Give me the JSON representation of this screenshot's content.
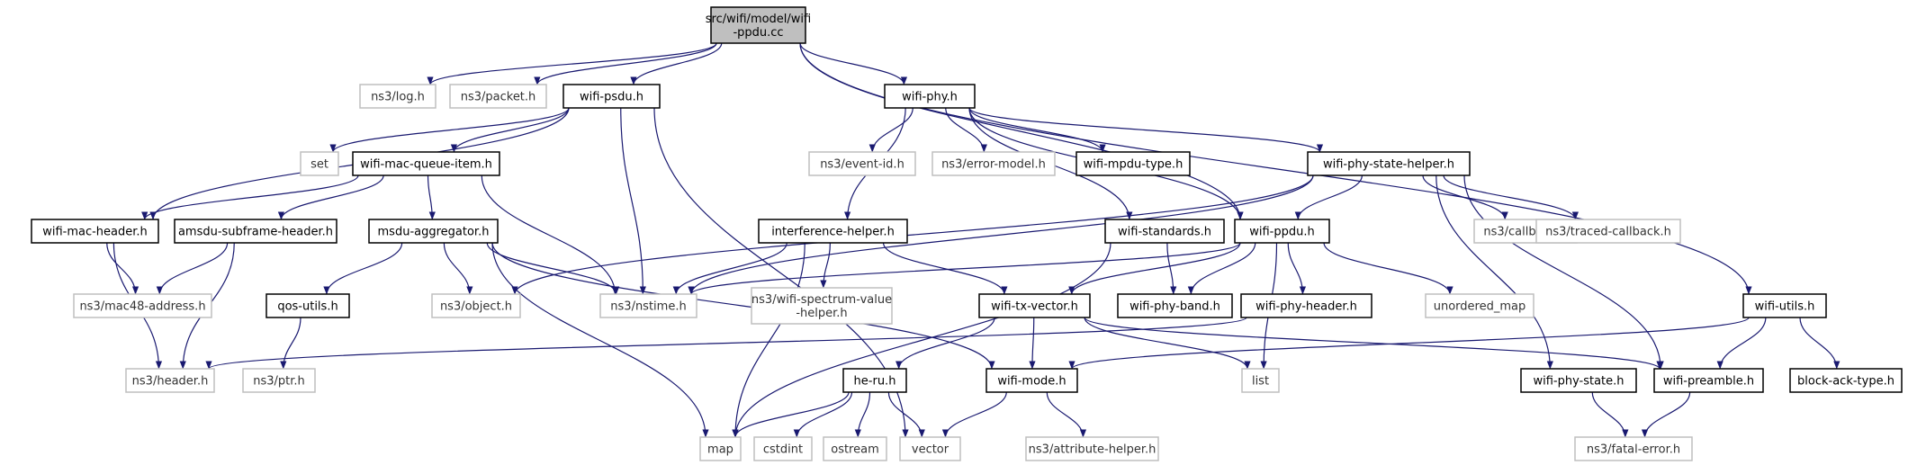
{
  "colors": {
    "edge": "#191970",
    "root_fill": "#bfbfbf",
    "root_border": "#000000",
    "doc_border": "#000000",
    "ext_border": "#bfbfbf",
    "fill": "#ffffff"
  },
  "nodes": [
    {
      "id": "root",
      "lines": [
        "src/wifi/model/wifi",
        "-ppdu.cc"
      ],
      "kind": "root"
    },
    {
      "id": "log",
      "lines": [
        "ns3/log.h"
      ],
      "kind": "ext"
    },
    {
      "id": "packet",
      "lines": [
        "ns3/packet.h"
      ],
      "kind": "ext"
    },
    {
      "id": "psdu",
      "lines": [
        "wifi-psdu.h"
      ],
      "kind": "doc"
    },
    {
      "id": "phy",
      "lines": [
        "wifi-phy.h"
      ],
      "kind": "doc"
    },
    {
      "id": "set",
      "lines": [
        "set"
      ],
      "kind": "ext"
    },
    {
      "id": "mqi",
      "lines": [
        "wifi-mac-queue-item.h"
      ],
      "kind": "doc"
    },
    {
      "id": "eventid",
      "lines": [
        "ns3/event-id.h"
      ],
      "kind": "ext"
    },
    {
      "id": "errmodel",
      "lines": [
        "ns3/error-model.h"
      ],
      "kind": "ext"
    },
    {
      "id": "mpdutype",
      "lines": [
        "wifi-mpdu-type.h"
      ],
      "kind": "doc"
    },
    {
      "id": "statehelper",
      "lines": [
        "wifi-phy-state-helper.h"
      ],
      "kind": "doc"
    },
    {
      "id": "macheader",
      "lines": [
        "wifi-mac-header.h"
      ],
      "kind": "doc"
    },
    {
      "id": "amsdu",
      "lines": [
        "amsdu-subframe-header.h"
      ],
      "kind": "doc"
    },
    {
      "id": "msdu",
      "lines": [
        "msdu-aggregator.h"
      ],
      "kind": "doc"
    },
    {
      "id": "interference",
      "lines": [
        "interference-helper.h"
      ],
      "kind": "doc"
    },
    {
      "id": "standards",
      "lines": [
        "wifi-standards.h"
      ],
      "kind": "doc"
    },
    {
      "id": "ppdu",
      "lines": [
        "wifi-ppdu.h"
      ],
      "kind": "doc"
    },
    {
      "id": "callback",
      "lines": [
        "ns3/callback.h"
      ],
      "kind": "ext"
    },
    {
      "id": "traced",
      "lines": [
        "ns3/traced-callback.h"
      ],
      "kind": "ext"
    },
    {
      "id": "mac48",
      "lines": [
        "ns3/mac48-address.h"
      ],
      "kind": "ext"
    },
    {
      "id": "object",
      "lines": [
        "ns3/object.h"
      ],
      "kind": "ext"
    },
    {
      "id": "nstime",
      "lines": [
        "ns3/nstime.h"
      ],
      "kind": "ext"
    },
    {
      "id": "spectrum",
      "lines": [
        "ns3/wifi-spectrum-value",
        "-helper.h"
      ],
      "kind": "ext"
    },
    {
      "id": "txvector",
      "lines": [
        "wifi-tx-vector.h"
      ],
      "kind": "doc"
    },
    {
      "id": "band",
      "lines": [
        "wifi-phy-band.h"
      ],
      "kind": "doc"
    },
    {
      "id": "phyheader",
      "lines": [
        "wifi-phy-header.h"
      ],
      "kind": "doc"
    },
    {
      "id": "umap",
      "lines": [
        "unordered_map"
      ],
      "kind": "ext"
    },
    {
      "id": "utils",
      "lines": [
        "wifi-utils.h"
      ],
      "kind": "doc"
    },
    {
      "id": "qos",
      "lines": [
        "qos-utils.h"
      ],
      "kind": "doc"
    },
    {
      "id": "header",
      "lines": [
        "ns3/header.h"
      ],
      "kind": "ext"
    },
    {
      "id": "ptr",
      "lines": [
        "ns3/ptr.h"
      ],
      "kind": "ext"
    },
    {
      "id": "heru",
      "lines": [
        "he-ru.h"
      ],
      "kind": "doc"
    },
    {
      "id": "mode",
      "lines": [
        "wifi-mode.h"
      ],
      "kind": "doc"
    },
    {
      "id": "list",
      "lines": [
        "list"
      ],
      "kind": "ext"
    },
    {
      "id": "phystate",
      "lines": [
        "wifi-phy-state.h"
      ],
      "kind": "doc"
    },
    {
      "id": "preamble",
      "lines": [
        "wifi-preamble.h"
      ],
      "kind": "doc"
    },
    {
      "id": "blockack",
      "lines": [
        "block-ack-type.h"
      ],
      "kind": "doc"
    },
    {
      "id": "map",
      "lines": [
        "map"
      ],
      "kind": "ext"
    },
    {
      "id": "cstdint",
      "lines": [
        "cstdint"
      ],
      "kind": "ext"
    },
    {
      "id": "ostream",
      "lines": [
        "ostream"
      ],
      "kind": "ext"
    },
    {
      "id": "vector",
      "lines": [
        "vector"
      ],
      "kind": "ext"
    },
    {
      "id": "attr",
      "lines": [
        "ns3/attribute-helper.h"
      ],
      "kind": "ext"
    },
    {
      "id": "fatal",
      "lines": [
        "ns3/fatal-error.h"
      ],
      "kind": "ext"
    }
  ],
  "edges": [
    [
      "root",
      "log"
    ],
    [
      "root",
      "packet"
    ],
    [
      "root",
      "psdu"
    ],
    [
      "root",
      "phy"
    ],
    [
      "root",
      "ppdu"
    ],
    [
      "root",
      "utils"
    ],
    [
      "psdu",
      "set"
    ],
    [
      "psdu",
      "mqi"
    ],
    [
      "psdu",
      "macheader"
    ],
    [
      "psdu",
      "nstime"
    ],
    [
      "psdu",
      "vector"
    ],
    [
      "mqi",
      "macheader"
    ],
    [
      "mqi",
      "amsdu"
    ],
    [
      "mqi",
      "msdu"
    ],
    [
      "mqi",
      "nstime"
    ],
    [
      "macheader",
      "mac48"
    ],
    [
      "macheader",
      "header"
    ],
    [
      "amsdu",
      "mac48"
    ],
    [
      "amsdu",
      "header"
    ],
    [
      "msdu",
      "qos"
    ],
    [
      "msdu",
      "object"
    ],
    [
      "msdu",
      "nstime"
    ],
    [
      "msdu",
      "map"
    ],
    [
      "msdu",
      "mode"
    ],
    [
      "qos",
      "ptr"
    ],
    [
      "phy",
      "eventid"
    ],
    [
      "phy",
      "errmodel"
    ],
    [
      "phy",
      "mpdutype"
    ],
    [
      "phy",
      "statehelper"
    ],
    [
      "phy",
      "interference"
    ],
    [
      "phy",
      "standards"
    ],
    [
      "phy",
      "ppdu"
    ],
    [
      "statehelper",
      "ppdu"
    ],
    [
      "statehelper",
      "nstime"
    ],
    [
      "statehelper",
      "object"
    ],
    [
      "statehelper",
      "callback"
    ],
    [
      "statehelper",
      "traced"
    ],
    [
      "statehelper",
      "phystate"
    ],
    [
      "statehelper",
      "preamble"
    ],
    [
      "interference",
      "nstime"
    ],
    [
      "interference",
      "spectrum"
    ],
    [
      "interference",
      "txvector"
    ],
    [
      "interference",
      "map"
    ],
    [
      "standards",
      "band"
    ],
    [
      "standards",
      "map"
    ],
    [
      "ppdu",
      "nstime"
    ],
    [
      "ppdu",
      "txvector"
    ],
    [
      "ppdu",
      "band"
    ],
    [
      "ppdu",
      "phyheader"
    ],
    [
      "ppdu",
      "umap"
    ],
    [
      "ppdu",
      "list"
    ],
    [
      "phyheader",
      "header"
    ],
    [
      "txvector",
      "heru"
    ],
    [
      "txvector",
      "mode"
    ],
    [
      "txvector",
      "list"
    ],
    [
      "txvector",
      "preamble"
    ],
    [
      "heru",
      "map"
    ],
    [
      "heru",
      "cstdint"
    ],
    [
      "heru",
      "ostream"
    ],
    [
      "heru",
      "vector"
    ],
    [
      "mode",
      "vector"
    ],
    [
      "mode",
      "attr"
    ],
    [
      "utils",
      "mode"
    ],
    [
      "utils",
      "preamble"
    ],
    [
      "utils",
      "blockack"
    ],
    [
      "phystate",
      "fatal"
    ],
    [
      "preamble",
      "fatal"
    ]
  ]
}
